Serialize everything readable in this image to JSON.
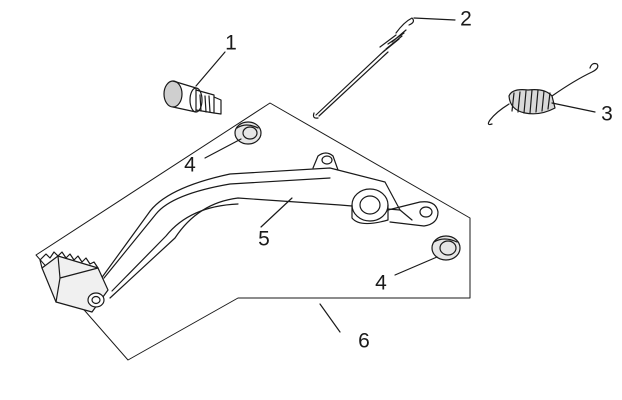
{
  "callouts": [
    {
      "id": "c1",
      "text": "1"
    },
    {
      "id": "c2",
      "text": "2"
    },
    {
      "id": "c3",
      "text": "3"
    },
    {
      "id": "c4a",
      "text": "4"
    },
    {
      "id": "c4b",
      "text": "4"
    },
    {
      "id": "c5",
      "text": "5"
    },
    {
      "id": "c6",
      "text": "6"
    }
  ],
  "colors": {
    "ink": "#1a1a1a",
    "paper": "#ffffff",
    "shade": "#d9d9d9"
  }
}
